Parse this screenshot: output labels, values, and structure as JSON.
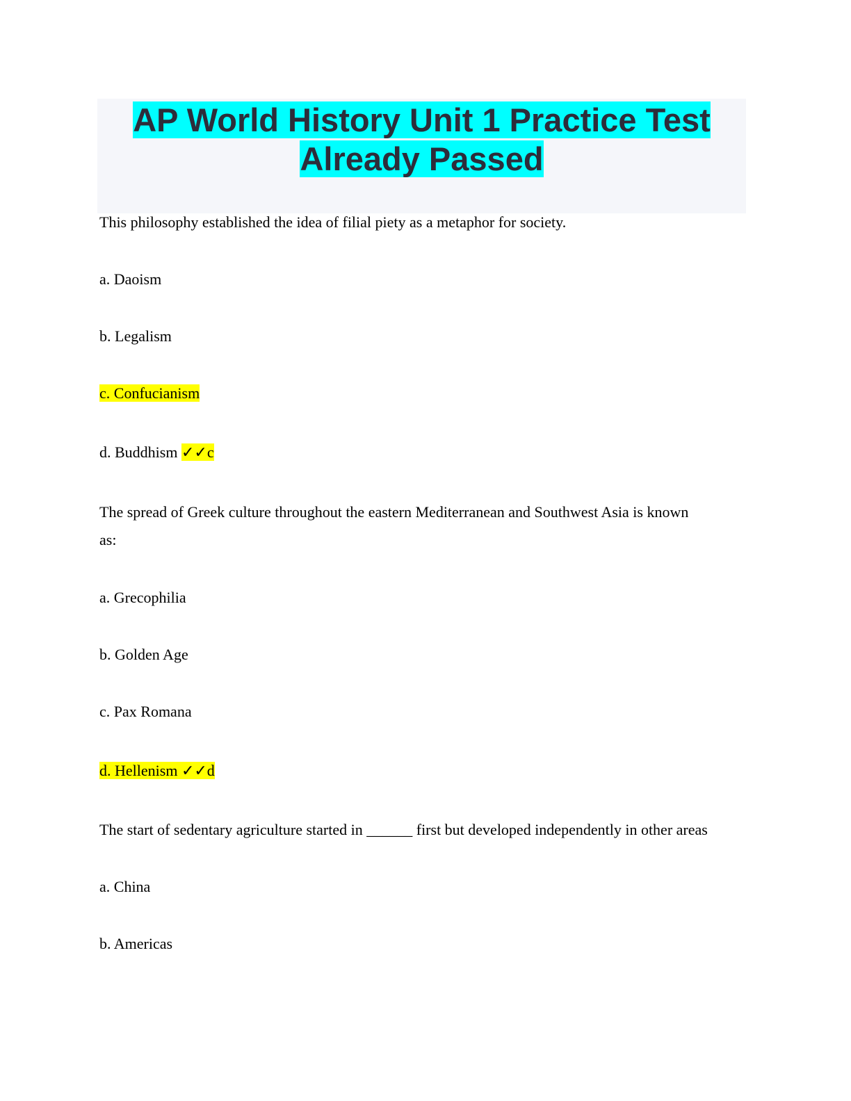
{
  "title_line1": "AP World History Unit 1 Practice Test",
  "title_line2": "Already Passed",
  "questions": [
    {
      "text": "This philosophy established the idea of filial piety as a metaphor for society.",
      "options": [
        "a. Daoism",
        "b. Legalism",
        "c. Confucianism",
        "d. Buddhism"
      ],
      "answer_mark": "✓✓c"
    },
    {
      "text": "The spread of Greek culture throughout the eastern Mediterranean and Southwest Asia is known",
      "text2": "as:",
      "options": [
        "a. Grecophilia",
        "b. Golden Age",
        "c. Pax Romana",
        "d. Hellenism"
      ],
      "answer_mark": "✓✓d"
    },
    {
      "text": "The start of sedentary agriculture started in ______ first but developed independently in other areas",
      "options": [
        "a. China",
        "b. Americas"
      ]
    }
  ]
}
